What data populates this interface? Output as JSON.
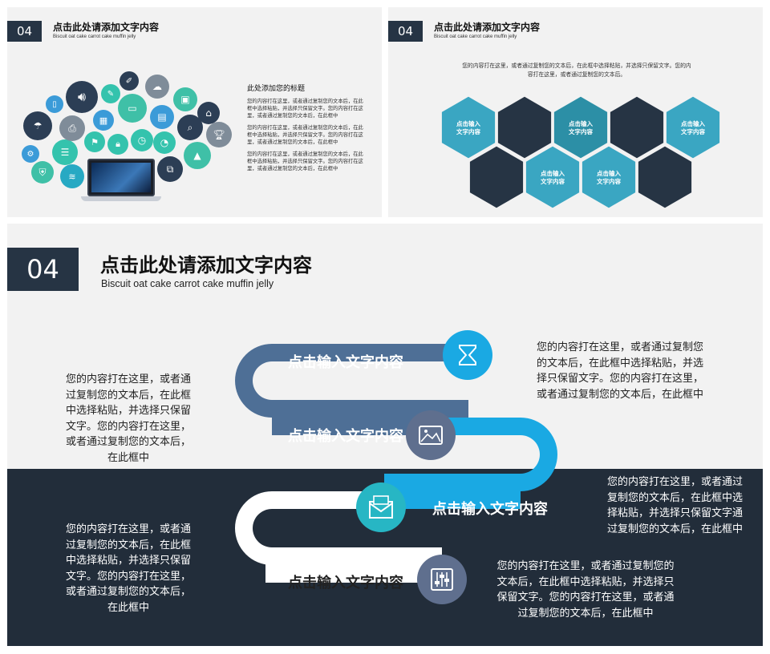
{
  "slide1": {
    "number": "04",
    "title": "点击此处请添加文字内容",
    "subtitle": "Biscuit oat cake carrot cake muffin jelly",
    "heading": "此处添加您的标题",
    "paragraphs": [
      "您的内容打在这里，或者通过复制您的文本后，在此框中选择粘贴，并选择只保留文字。您的内容打在这里，或者通过复制您的文本后，在此框中",
      "您的内容打在这里，或者通过复制您的文本后，在此框中选择粘贴，并选择只保留文字。您的内容打在这里，或者通过复制您的文本后，在此框中",
      "您的内容打在这里，或者通过复制您的文本后，在此框中选择粘贴，并选择只保留文字。您的内容打在这里，或者通过复制您的文本后，在此框中"
    ],
    "icons": [
      "shield-icon",
      "wifi-icon",
      "umbrella-icon",
      "settings-icon",
      "database-icon",
      "printer-icon",
      "speaker-icon",
      "calendar-icon",
      "signpost-icon",
      "lock-icon",
      "edit-icon",
      "pen-icon",
      "monitor-icon",
      "chat-icon",
      "cloud-icon",
      "clock-icon",
      "presentation-icon",
      "home-icon",
      "search-icon",
      "trophy-icon",
      "cone-icon",
      "copy-icon",
      "mobile-icon",
      "laptop-icon"
    ]
  },
  "slide2": {
    "number": "04",
    "title": "点击此处请添加文字内容",
    "subtitle": "Biscuit oat cake carrot cake muffin jelly",
    "intro": "您的内容打在这里，或者通过复制您的文本后，在此框中选择粘贴，并选择只保留文字。您的内容打在这里，或者通过复制您的文本后。",
    "hex_line1": "点击输入",
    "hex_line2": "文字内容"
  },
  "slide3": {
    "number": "04",
    "title": "点击此处请添加文字内容",
    "subtitle": "Biscuit oat cake carrot cake muffin jelly",
    "band_labels": [
      "点击输入文字内容",
      "点击输入文字内容",
      "点击输入文字内容",
      "点击输入文字内容"
    ],
    "descs": [
      [
        "您的内容打在这里，或者通过复制您",
        "的文本后，在此框中选择粘贴，并选",
        "择只保留文字。您的内容打在这里，",
        "或者通过复制您的文本后，在此框中"
      ],
      [
        "您的内容打在这里，或者通",
        "过复制您的文本后，在此框",
        "中选择粘贴，并选择只保留",
        "文字。您的内容打在这里，",
        "或者通过复制您的文本后，",
        "在此框中"
      ],
      [
        "您的内容打在这里，或者通过",
        "复制您的文本后，在此框中选",
        "择粘贴，并选择只保留文字通",
        "过复制您的文本后，在此框中"
      ],
      [
        "您的内容打在这里，或者通",
        "过复制您的文本后，在此框",
        "中选择粘贴，并选择只保留",
        "文字。您的内容打在这里，",
        "或者通过复制您的文本后，",
        "在此框中"
      ],
      [
        "您的内容打在这里，或者通过复制您的",
        "文本后，在此框中选择粘贴，并选择只",
        "保留文字。您的内容打在这里，或者通",
        "过复制您的文本后，在此框中"
      ]
    ],
    "icons": [
      "hourglass-icon",
      "image-icon",
      "mail-icon",
      "sliders-icon"
    ],
    "colors": {
      "steel": "#4e6f96",
      "blue": "#1aa9e3",
      "teal": "#27b6c4",
      "slate": "#5f6f8e",
      "dark": "#222d3a"
    }
  }
}
